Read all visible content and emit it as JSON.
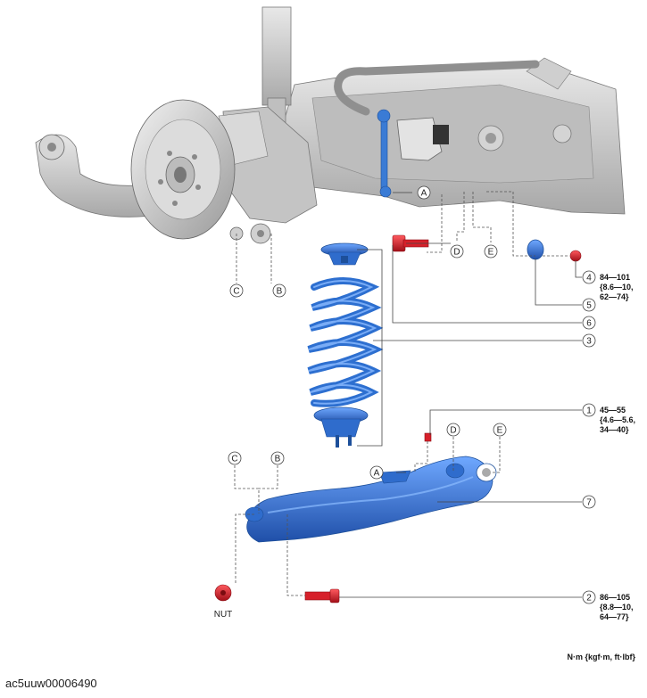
{
  "callouts": {
    "c1": "1",
    "c2": "2",
    "c3": "3",
    "c4": "4",
    "c5": "5",
    "c6": "6",
    "c7": "7"
  },
  "letters": {
    "A": "A",
    "B": "B",
    "C": "C",
    "D": "D",
    "E": "E"
  },
  "torques": {
    "t1": [
      "45—55",
      "{4.6—5.6,",
      "34—40}"
    ],
    "t2": [
      "86—105",
      "{8.8—10,",
      "64—77}"
    ],
    "t4": [
      "84—101",
      "{8.6—10,",
      "62—74}"
    ]
  },
  "nut_label": "NUT",
  "units": "N·m {kgf·m, ft·lbf}",
  "figure_code": "ac5uuw00006490",
  "colors": {
    "part_blue": "#2d6fd0",
    "bolt_red": "#d6202a",
    "chassis_gray": "#c9c9c9"
  }
}
